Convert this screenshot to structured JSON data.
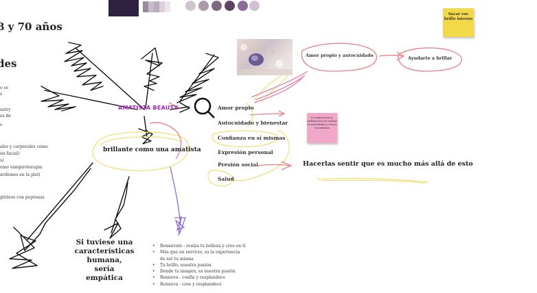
{
  "palette": {
    "swatch_block_colors": [
      "#3a2846",
      "#2a1c35",
      "#5e4a70",
      "#9a8aa4",
      "#c7bcc8",
      "#b8adbc",
      "#d9d1db",
      "#ece7ed"
    ],
    "circle_colors": [
      "#cfc6cf",
      "#a99aa9",
      "#7e6a80",
      "#5b4361",
      "#8a6c96",
      "#cfc0d6"
    ]
  },
  "header": {
    "title_fragment": "8 y 70 años",
    "subtitle_fragment": "des"
  },
  "left_fragments": [
    "o se",
    "s",
    "nstry",
    "es de",
    "s",
    "ales y corporales como",
    "ón facial)",
    "s)",
    "omo vampiroterapia",
    "ardiones en la piel)",
    "glúteos con peptonas"
  ],
  "brand": {
    "name": "AMATISTA BEAUTY",
    "color": "#9b25b5"
  },
  "center": {
    "label": "brillante como una amatista"
  },
  "values_list": [
    "Amor propio",
    "Autocuidado y bienestar",
    "Confianza en sí mismas",
    "Expresión personal",
    "Presión social",
    "Salud"
  ],
  "amor_propio_node": "Amor propio y autocuidado",
  "ayudarte_node": "Ayudarte a brillar",
  "sticky_yellow": "Sacar ese brillo interno",
  "sticky_pink": "La experiencia y satisfacción de realzar el autoestima y crecer tu amatista",
  "hacerlas": "Hacerlas sentir que es mucho más allá de esto",
  "caracteristicas": [
    "Si tuviese una",
    "características humana,",
    "sería",
    "empática"
  ],
  "bullets": [
    "Renuévate - realza tu belleza y cree en ti",
    "Más que un servicio, es la experiencia",
    "de ser tu misma",
    "Tu brillo, nuestra pasión",
    "Donde tu imagen, es nuestra pasión",
    "Renueva - confía y resplandece",
    "Renueva - cree y resplandece"
  ],
  "icons": {
    "search": "magnifier-icon"
  }
}
